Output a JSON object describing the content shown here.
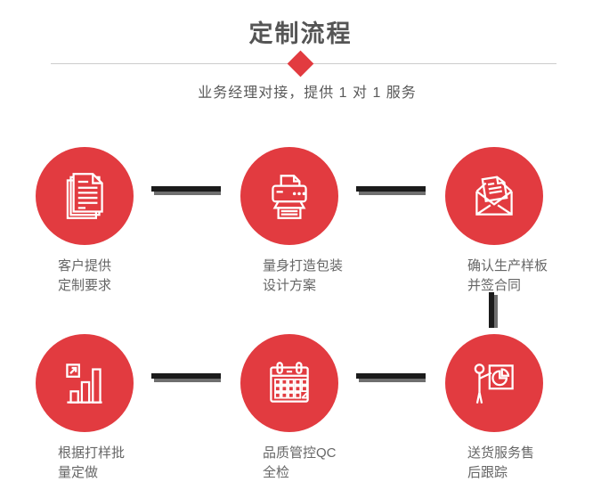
{
  "header": {
    "title": "定制流程",
    "subtitle": "业务经理对接，提供 1 对 1 服务"
  },
  "colors": {
    "accent_red": "#e23b40",
    "title_gray": "#555555",
    "label_gray": "#666666",
    "connector_black": "#1b1b1b",
    "connector_gray": "#6f6f6f",
    "divider_gray": "#cccccc",
    "icon_stroke": "#ffffff"
  },
  "steps": [
    {
      "icon": "documents-icon",
      "label_line1": "客户提供",
      "label_line2": "定制要求"
    },
    {
      "icon": "printer-icon",
      "label_line1": "量身打造包装",
      "label_line2": "设计方案"
    },
    {
      "icon": "envelope-icon",
      "label_line1": "确认生产样板",
      "label_line2": "并签合同"
    },
    {
      "icon": "bar-chart-icon",
      "label_line1": "根据打样批",
      "label_line2": "量定做"
    },
    {
      "icon": "calendar-icon",
      "label_line1": "品质管控QC",
      "label_line2": "全检"
    },
    {
      "icon": "presentation-icon",
      "label_line1": "送货服务售",
      "label_line2": "后跟踪"
    }
  ]
}
